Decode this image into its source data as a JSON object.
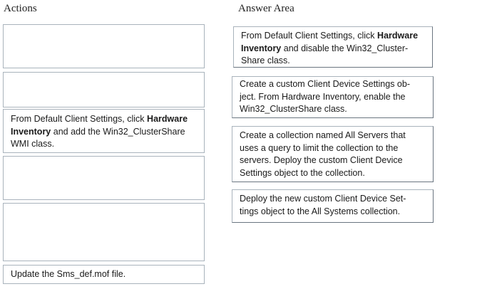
{
  "headings": {
    "actions": "Actions",
    "answer_area": "Answer Area"
  },
  "actions": [
    {
      "pre": "",
      "bold": "",
      "post": ""
    },
    {
      "pre": "",
      "bold": "",
      "post": ""
    },
    {
      "pre": "From Default Client Settings, click ",
      "bold": "Hardware Inventory",
      "post": " and add the Win32_ClusterShare WMI class."
    },
    {
      "pre": "",
      "bold": "",
      "post": ""
    },
    {
      "pre": "",
      "bold": "",
      "post": ""
    },
    {
      "pre": "Update the Sms_def.mof file.",
      "bold": "",
      "post": ""
    }
  ],
  "answers": [
    {
      "pre": "From Default Client Settings, click ",
      "bold": "Hardware Inventory",
      "post": " and disable the Win32_Cluster-Share class."
    },
    {
      "pre": "Create a custom Client Device Settings ob-ject. From Hardware Inventory, enable the Win32_ClusterShare class.",
      "bold": "",
      "post": ""
    },
    {
      "pre": "Create a collection named All Servers that uses a query to limit the collection to the servers. Deploy the custom Client Device Settings object to the collection.",
      "bold": "",
      "post": ""
    },
    {
      "pre": "Deploy the new custom Client Device Set-tings object to the All Systems collection.",
      "bold": "",
      "post": ""
    }
  ]
}
